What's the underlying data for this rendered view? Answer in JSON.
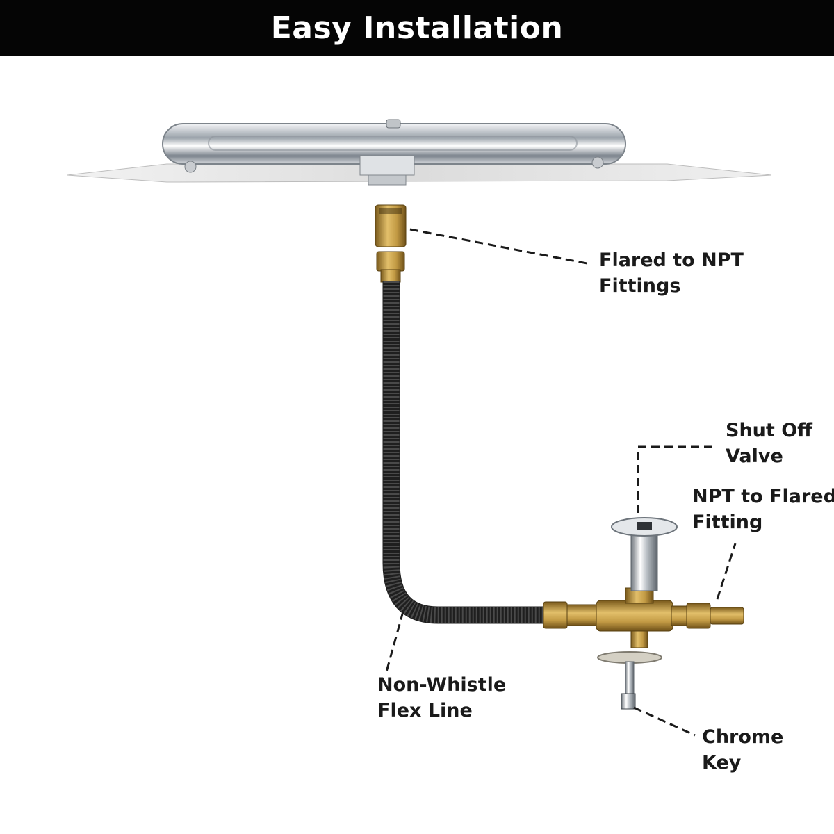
{
  "header": {
    "title": "Easy Installation"
  },
  "callouts": {
    "flared_to_npt": {
      "line1": "Flared to NPT",
      "line2": "Fittings"
    },
    "shut_off_valve": {
      "line1": "Shut Off",
      "line2": "Valve"
    },
    "npt_to_flared": {
      "line1": "NPT to Flared",
      "line2": "Fitting"
    },
    "flex_line": {
      "line1": "Non-Whistle",
      "line2": "Flex Line"
    },
    "chrome_key": {
      "line1": "Chrome",
      "line2": "Key"
    }
  },
  "colors": {
    "banner": "#050505",
    "brass": "#c9a24a",
    "chrome": "#c8cdd2",
    "flex_line": "#2b2b2b",
    "pan": "#e6e6e6"
  }
}
